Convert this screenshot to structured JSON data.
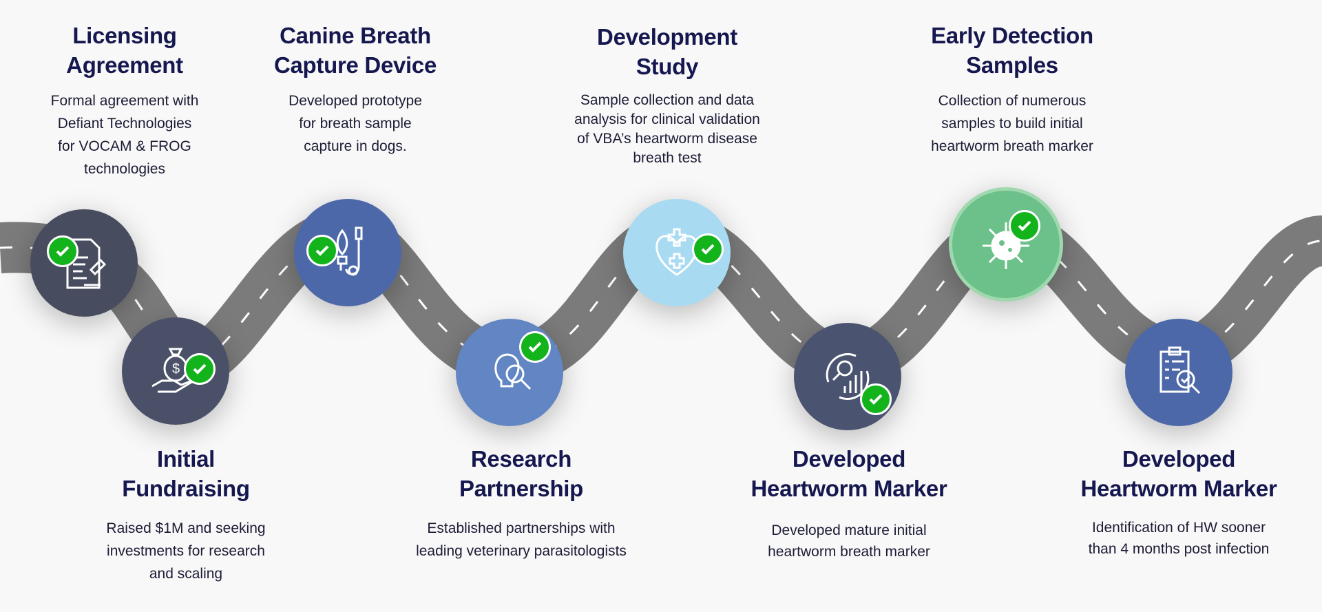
{
  "milestones": [
    {
      "title_1": "Licensing",
      "title_2": "Agreement",
      "desc": [
        "Formal agreement with",
        "Defiant Technologies",
        "for VOCAM & FROG",
        "technologies"
      ],
      "icon": "document-stamp-icon",
      "color": "#474d5f",
      "completed": true
    },
    {
      "title_1": "Initial",
      "title_2": "Fundraising",
      "desc": [
        "Raised $1M and seeking",
        "investments for research",
        "and scaling"
      ],
      "icon": "money-bag-hand-icon",
      "color": "#4a5068",
      "completed": true
    },
    {
      "title_1": "Canine Breath",
      "title_2": "Capture Device",
      "desc": [
        "Developed prototype",
        "for breath sample",
        "capture in dogs."
      ],
      "icon": "breath-mask-icon",
      "color": "#4d68a8",
      "completed": true
    },
    {
      "title_1": "Research",
      "title_2": "Partnership",
      "desc": [
        "Established partnerships with",
        "leading veterinary parasitologists"
      ],
      "icon": "research-bulb-icon",
      "color": "#6285c4",
      "completed": true
    },
    {
      "title_1": "Development",
      "title_2": "Study",
      "desc": [
        "Sample collection and data",
        "analysis for clinical validation",
        "of VBA’s heartworm disease",
        "breath test"
      ],
      "icon": "heart-medical-icon",
      "color": "#a8daf2",
      "completed": true
    },
    {
      "title_1": "Developed",
      "title_2": "Heartworm Marker",
      "desc": [
        "Developed mature initial",
        "heartworm breath marker"
      ],
      "icon": "analytics-search-icon",
      "color": "#4a5470",
      "completed": true
    },
    {
      "title_1": "Early Detection",
      "title_2": "Samples",
      "desc": [
        "Collection of numerous",
        "samples to build initial",
        "heartworm breath marker"
      ],
      "icon": "virus-icon",
      "color": "#6cc08a",
      "completed": true
    },
    {
      "title_1": "Developed",
      "title_2": "Heartworm Marker",
      "desc": [
        "Identification of HW sooner",
        "than 4 months post infection"
      ],
      "icon": "clipboard-search-icon",
      "color": "#4d68a8",
      "completed": false
    }
  ],
  "colors": {
    "road": "#7b7b7b",
    "title": "#15174f",
    "check": "#12b31b"
  }
}
